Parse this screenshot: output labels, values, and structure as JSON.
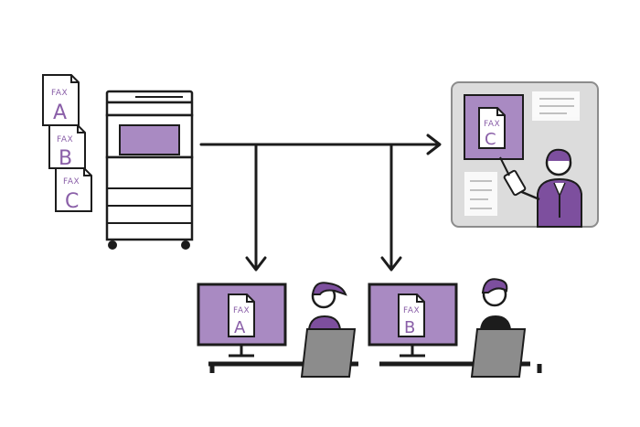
{
  "colors": {
    "accent": "#a98ac2",
    "accent_dark": "#7d4f9e",
    "ink": "#1c1c1c",
    "panel_bg": "#dcdcdc",
    "chair": "#8c8c8c"
  },
  "fax_stack": [
    {
      "tag": "FAX",
      "letter": "A"
    },
    {
      "tag": "FAX",
      "letter": "B"
    },
    {
      "tag": "FAX",
      "letter": "C"
    }
  ],
  "mobile_panel": {
    "doc_tag": "FAX",
    "doc_letter": "C"
  },
  "desks": [
    {
      "doc_tag": "FAX",
      "doc_letter": "A"
    },
    {
      "doc_tag": "FAX",
      "doc_letter": "B"
    }
  ],
  "icons": [
    "multifunction-printer-icon",
    "fax-document-icon",
    "arrow-icon",
    "monitor-icon",
    "person-icon",
    "smartphone-icon",
    "office-chair-icon"
  ]
}
